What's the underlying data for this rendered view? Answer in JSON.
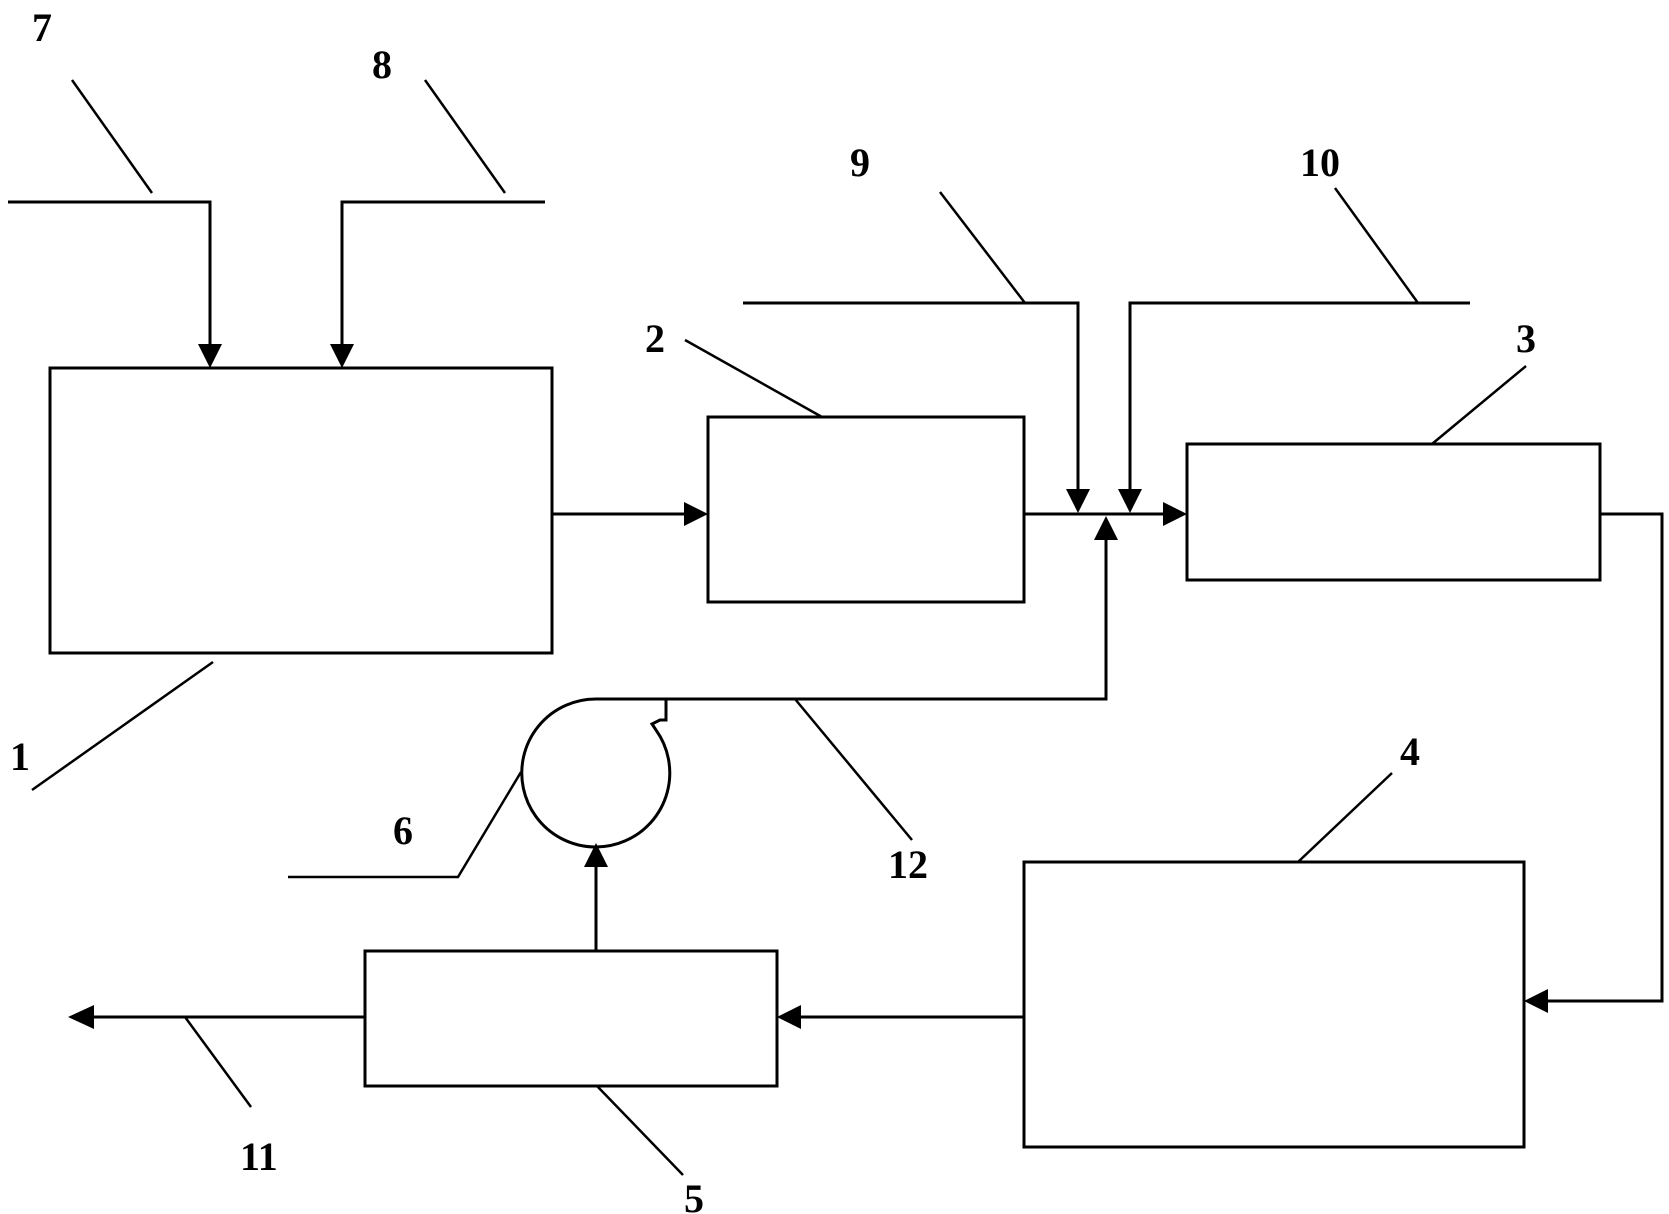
{
  "colors": {
    "ink": "#000000",
    "background": "#ffffff"
  },
  "blocks": [
    {
      "id": "1",
      "label": "1"
    },
    {
      "id": "2",
      "label": "2"
    },
    {
      "id": "3",
      "label": "3"
    },
    {
      "id": "4",
      "label": "4"
    },
    {
      "id": "5",
      "label": "5"
    }
  ],
  "devices": [
    {
      "id": "6",
      "label": "6",
      "icon": "circulation-pump-icon"
    }
  ],
  "streams": [
    {
      "id": "7",
      "label": "7",
      "to": "1"
    },
    {
      "id": "8",
      "label": "8",
      "to": "1"
    },
    {
      "id": "9",
      "label": "9",
      "to": "junction"
    },
    {
      "id": "10",
      "label": "10",
      "to": "junction"
    },
    {
      "id": "11",
      "label": "11",
      "from": "5"
    },
    {
      "id": "12",
      "label": "12",
      "from": "6",
      "to": "junction"
    }
  ],
  "connections": [
    {
      "from": "1",
      "to": "2"
    },
    {
      "from": "2",
      "to": "3"
    },
    {
      "from": "3",
      "to": "4"
    },
    {
      "from": "4",
      "to": "5"
    },
    {
      "from": "5",
      "to": "6"
    },
    {
      "from": "6",
      "to": "3"
    }
  ]
}
